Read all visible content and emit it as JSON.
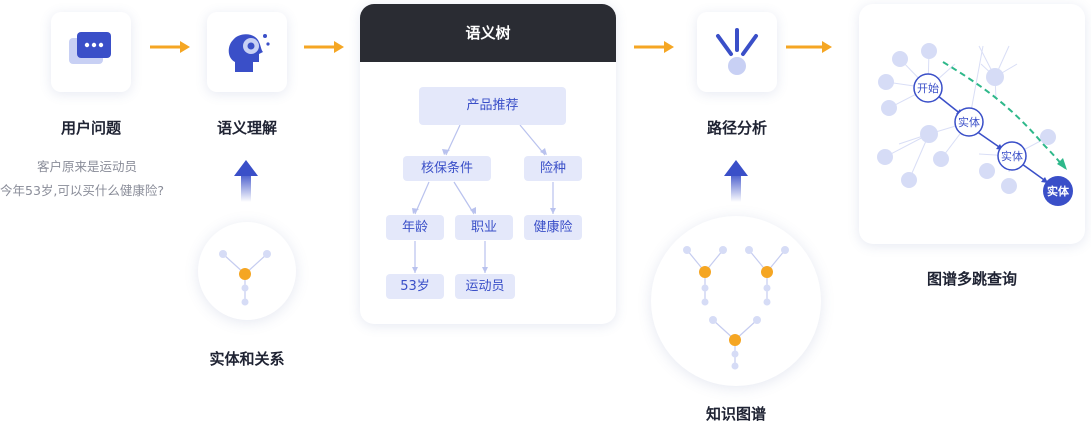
{
  "steps": {
    "user_question": "用户问题",
    "semantic_understanding": "语义理解",
    "entities_relations": "实体和关系",
    "semantic_tree": "语义树",
    "path_analysis": "路径分析",
    "knowledge_graph": "知识图谱",
    "multi_hop_query": "图谱多跳查询"
  },
  "question": {
    "line1": "客户原来是运动员",
    "line2": "今年53岁,可以买什么健康险?"
  },
  "tree_nodes": {
    "root": "产品推荐",
    "n1": "核保条件",
    "n2": "险种",
    "n3": "年龄",
    "n4": "职业",
    "n5": "健康险",
    "n6": "53岁",
    "n7": "运动员"
  },
  "graph_labels": {
    "start": "开始",
    "entity1": "实体",
    "entity2": "实体",
    "entity3": "实体"
  },
  "colors": {
    "accent_orange": "#f5a623",
    "primary_blue": "#3a4fc8",
    "light_node": "#d6dcf6",
    "dark_header": "#2a2c33",
    "dash_green": "#2eb88a"
  },
  "icons": [
    "chat-icon",
    "brain-icon",
    "path-icon",
    "arrow-right-icon",
    "arrow-up-icon"
  ]
}
